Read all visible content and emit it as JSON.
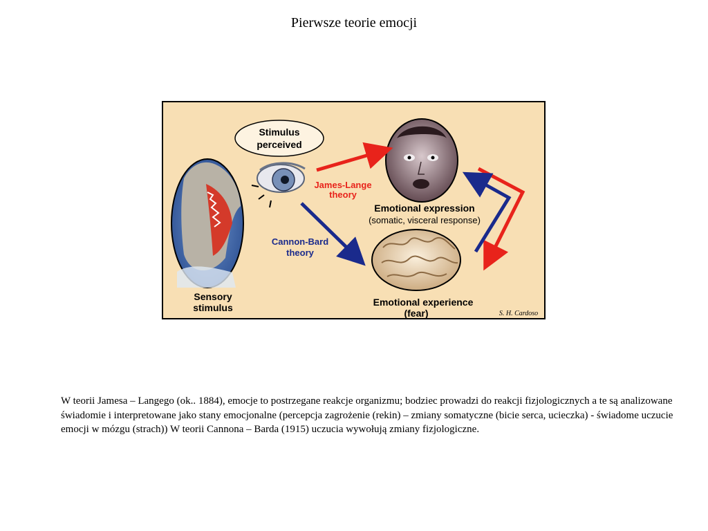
{
  "slide": {
    "title": "Pierwsze teorie emocji"
  },
  "diagram": {
    "stimulus_perceived_line1": "Stimulus",
    "stimulus_perceived_line2": "perceived",
    "james_lange_line1": "James-Lange",
    "james_lange_line2": "theory",
    "cannon_bard_line1": "Cannon-Bard",
    "cannon_bard_line2": "theory",
    "emotional_expression": "Emotional expression",
    "emotional_expression_sub": "(somatic, visceral response)",
    "emotional_experience": "Emotional experience",
    "emotional_experience_sub": "(fear)",
    "sensory_line1": "Sensory",
    "sensory_line2": "stimulus",
    "signature": "S. H. Cardoso",
    "colors": {
      "background": "#f8dfb4",
      "james_lange": "#e8231b",
      "cannon_bard": "#1a2a8c"
    }
  },
  "body": {
    "paragraph": "W teorii Jamesa – Langego (ok.. 1884), emocje to postrzegane reakcje organizmu; bodziec prowadzi do reakcji fizjologicznych a te są analizowane świadomie i interpretowane jako stany emocjonalne (percepcja zagrożenie (rekin) – zmiany somatyczne (bicie serca, ucieczka) - świadome uczucie emocji w mózgu (strach)) W teorii Cannona – Barda (1915) uczucia wywołują  zmiany fizjologiczne."
  }
}
